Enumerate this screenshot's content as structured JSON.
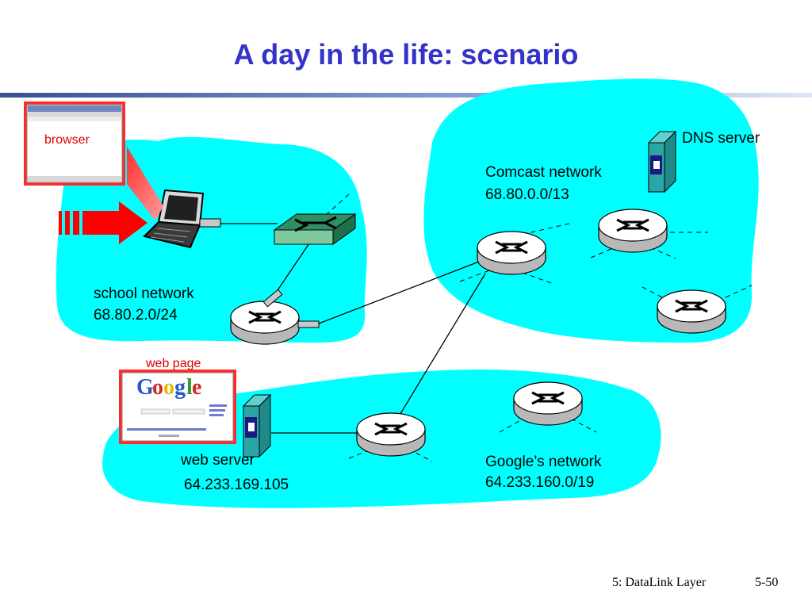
{
  "title": "A day in the life: scenario",
  "labels": {
    "browser": "browser",
    "web_page": "web page",
    "school_network": "school network",
    "school_prefix": "68.80.2.0/24",
    "comcast_network": "Comcast network",
    "comcast_prefix": "68.80.0.0/13",
    "dns_server": "DNS server",
    "web_server": "web server",
    "web_server_ip": "64.233.169.105",
    "google_network": "Google’s network",
    "google_prefix": "64.233.160.0/19"
  },
  "footer": {
    "chapter": "5: DataLink Layer",
    "page": "5-50"
  },
  "colors": {
    "title": "#3333cc",
    "cloud": "#00ffff",
    "arrow": "#ff0000",
    "divider": "#5b6fb0",
    "device_teal": "#2aa6a6"
  }
}
